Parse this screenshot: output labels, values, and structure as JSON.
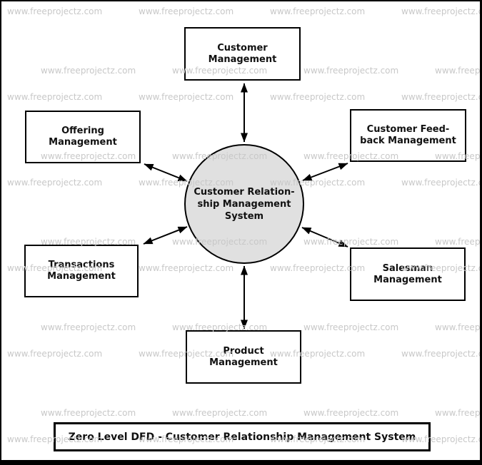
{
  "watermark": {
    "text": "www.freeprojectz.com",
    "color": "#c8c8c8"
  },
  "diagram": {
    "process": {
      "lines": [
        "Customer Relation-",
        "ship Management",
        "System"
      ],
      "fill": "#e0e0e0"
    },
    "entities": [
      {
        "id": "customer-management",
        "lines": [
          "Customer",
          "Management"
        ]
      },
      {
        "id": "offering-management",
        "lines": [
          "Offering",
          "Management"
        ]
      },
      {
        "id": "customer-feedback-management",
        "lines": [
          "Customer Feed-",
          "back Management"
        ]
      },
      {
        "id": "transactions-management",
        "lines": [
          "Transactions",
          "Management"
        ]
      },
      {
        "id": "salesman-management",
        "lines": [
          "Salesman",
          "Management"
        ]
      },
      {
        "id": "product-management",
        "lines": [
          "Product",
          "Management"
        ]
      }
    ],
    "title": "Zero Level DFD - Customer Relationship Management System",
    "line_color": "#000000"
  }
}
